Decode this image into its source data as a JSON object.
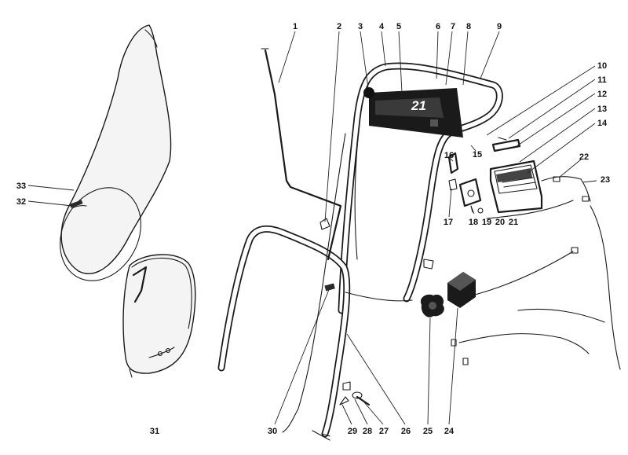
{
  "diagram": {
    "decal_number": "21",
    "callouts": [
      "1",
      "2",
      "3",
      "4",
      "5",
      "6",
      "7",
      "8",
      "9",
      "10",
      "11",
      "12",
      "13",
      "14",
      "15",
      "16",
      "17",
      "18",
      "19",
      "20",
      "21",
      "22",
      "23",
      "24",
      "25",
      "26",
      "27",
      "28",
      "29",
      "30",
      "31",
      "32",
      "33"
    ]
  }
}
